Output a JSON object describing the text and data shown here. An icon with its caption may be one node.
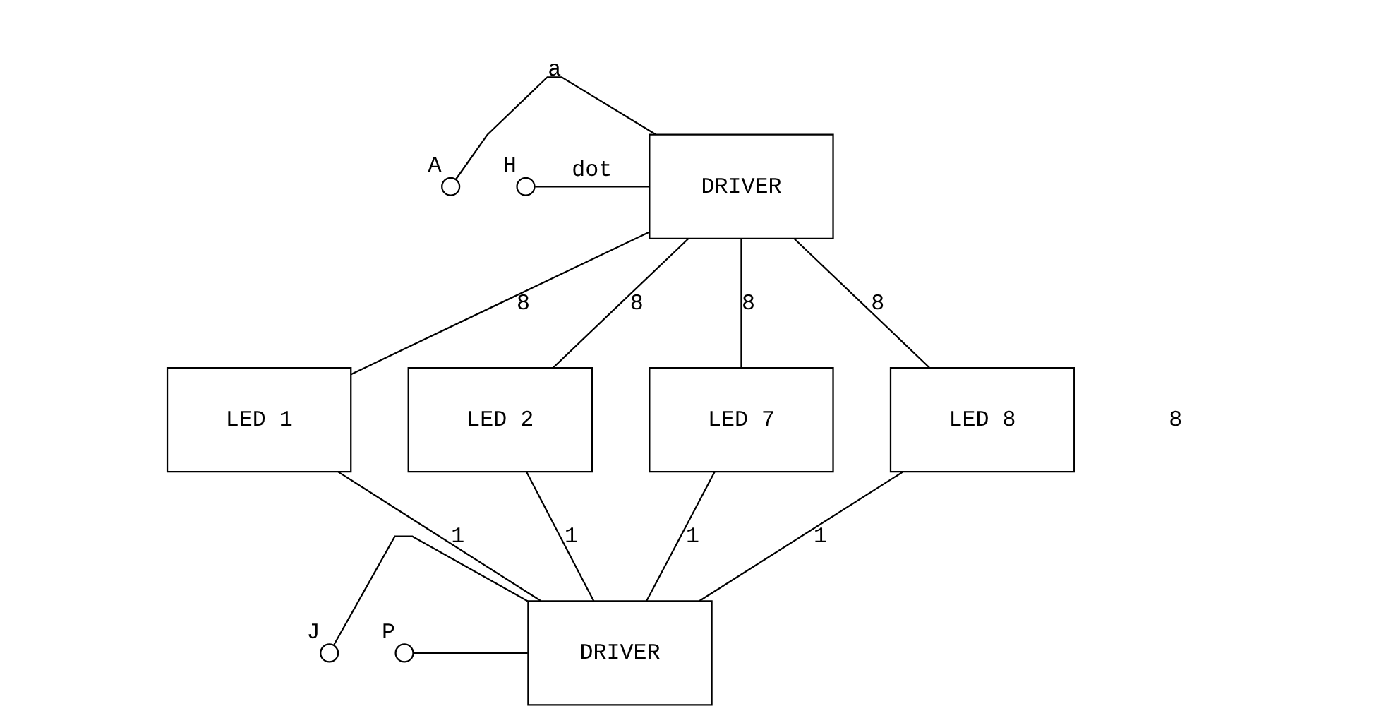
{
  "diagram": {
    "nodes": [
      {
        "text": [],
        "shape": "circle",
        "beside": [
          "A"
        ]
      },
      {
        "text": [],
        "shape": "circle",
        "beside": [
          "H"
        ]
      },
      {
        "text": [
          "DRIVER"
        ]
      },
      {
        "text": [
          "LED 1"
        ]
      },
      {
        "text": [
          "LED 2"
        ]
      },
      {
        "text": [
          "LED 7"
        ]
      },
      {
        "text": [
          "LED 8"
        ]
      },
      {
        "text": [
          "DRIVER"
        ]
      },
      {
        "text": [],
        "shape": "circle",
        "beside": [
          "J"
        ]
      },
      {
        "text": [],
        "shape": "circle",
        "beside": [
          "P"
        ]
      }
    ],
    "edges": [
      {
        "from": 0,
        "to": 2,
        "arrow": "none",
        "label": "a"
      },
      {
        "from": 1,
        "to": 2,
        "arrow": "none",
        "label": "dot"
      },
      {
        "from": 2,
        "to": 3,
        "arrow": "none",
        "label": "8"
      },
      {
        "from": 2,
        "to": 4,
        "arrow": "none",
        "label": "8"
      },
      {
        "from": 2,
        "to": 5,
        "arrow": "none",
        "label": "8"
      },
      {
        "from": 2,
        "to": 6,
        "arrow": "none",
        "label": "8"
      },
      {
        "from": 3,
        "to": 7,
        "arrow": "none",
        "label": "1"
      },
      {
        "from": 4,
        "to": 7,
        "arrow": "none",
        "label": "1"
      },
      {
        "from": 5,
        "to": 7,
        "arrow": "none",
        "label": "1"
      },
      {
        "from": 6,
        "to": 7,
        "arrow": "none",
        "label": "1"
      },
      {
        "from": 8,
        "to": 7,
        "arrow": "none"
      },
      {
        "from": 9,
        "to": 7,
        "arrow": "none"
      }
    ],
    "labels": [
      "8"
    ]
  }
}
